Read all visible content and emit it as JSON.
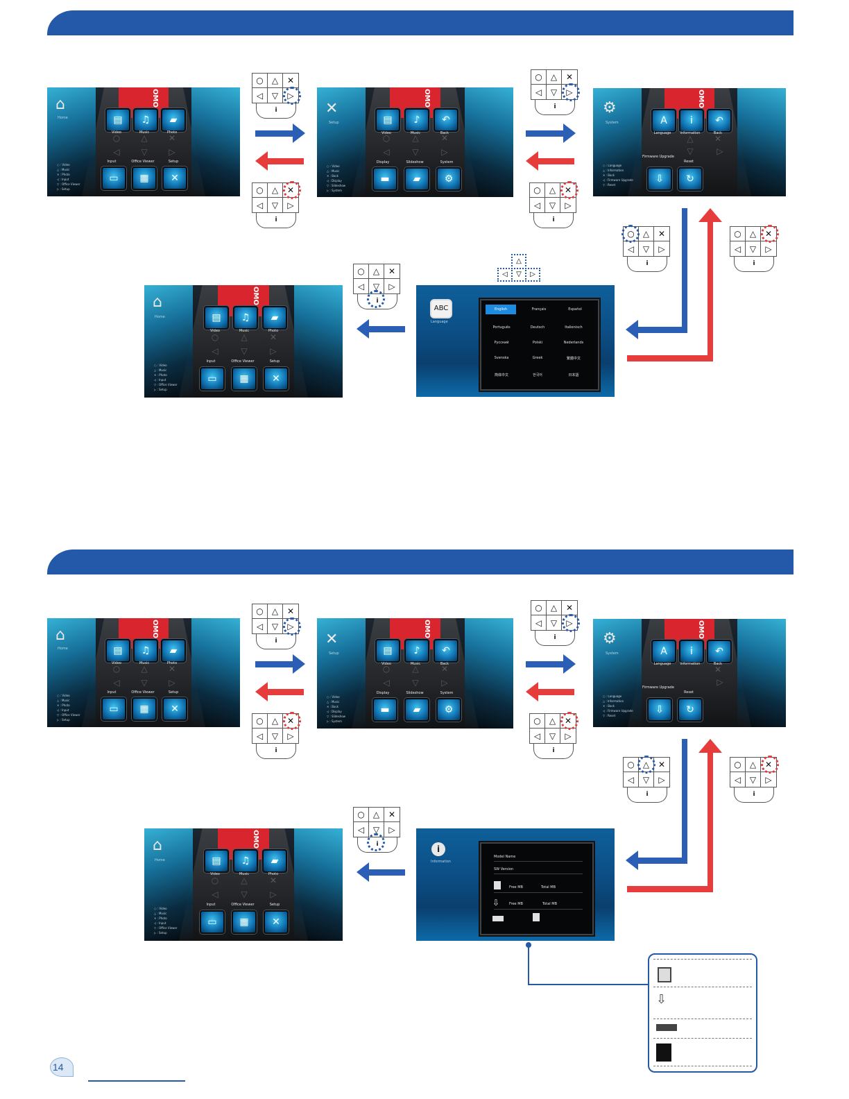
{
  "page_number": "14",
  "colors": {
    "band": "#2458a8",
    "blue_arrow": "#2b5fb5",
    "red_arrow": "#e73c3c",
    "brand_red": "#d9262e"
  },
  "remote_pad": {
    "keys": [
      "○",
      "△",
      "✕",
      "◁",
      "▽",
      "▷"
    ],
    "center_key": "i"
  },
  "brand": "OMO",
  "home_screen": {
    "heading": "Home",
    "tiles": [
      "Video",
      "Music",
      "Photo",
      "Input",
      "Office Viewer",
      "Setup"
    ],
    "legend": [
      "Video",
      "Music",
      "Photo",
      "Input",
      "Office Viewer",
      "Setup"
    ]
  },
  "setup_screen": {
    "heading": "Setup",
    "tiles": [
      "Video",
      "Music",
      "Back",
      "Display",
      "Slideshow",
      "System"
    ],
    "legend": [
      "Video",
      "Music",
      "Back",
      "Display",
      "Slideshow",
      "System"
    ]
  },
  "system_screen": {
    "heading": "System",
    "tiles": [
      "Language",
      "Information",
      "Back",
      "Firmware Upgrade",
      "Reset"
    ],
    "legend": [
      "Language",
      "Information",
      "Back",
      "Firmware Upgrade",
      "Reset"
    ]
  },
  "language_screen": {
    "heading": "Language",
    "options": [
      "English",
      "Français",
      "Español",
      "Português",
      "Deutsch",
      "Italienisch",
      "Русский",
      "Polski",
      "Nederlands",
      "Svenska",
      "Greek",
      "繁體中文",
      "简体中文",
      "한국어",
      "日本語"
    ],
    "selected": "English"
  },
  "information_screen": {
    "heading": "Information",
    "model_name": "Model Name",
    "sw_version": "SW Version",
    "free_mb": "Free MB",
    "total_mb": "Total MB"
  }
}
